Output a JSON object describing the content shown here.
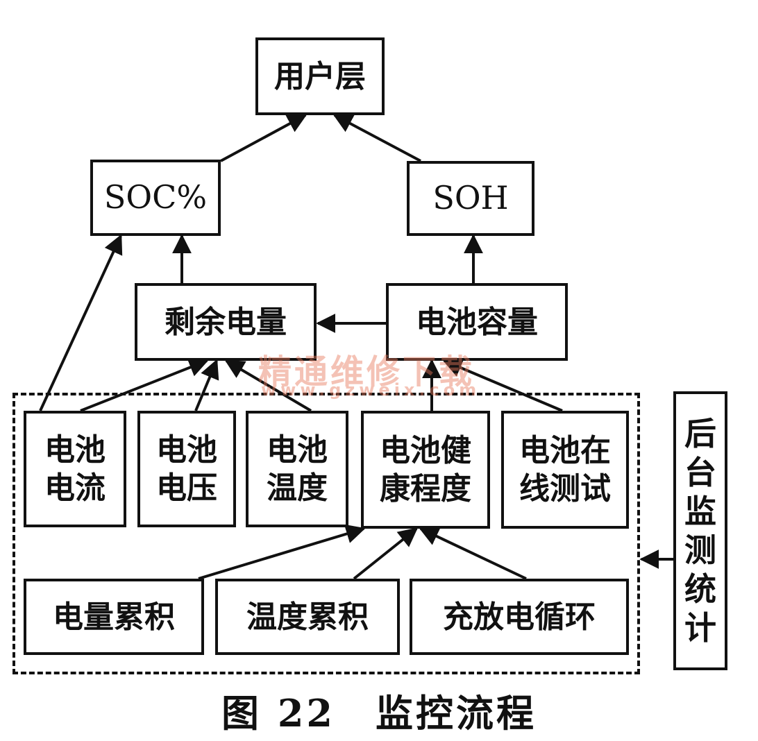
{
  "nodes": {
    "user_layer": "用户层",
    "soc": "SOC%",
    "soh": "SOH",
    "remaining_charge": "剩余电量",
    "battery_capacity": "电池容量",
    "battery_current": [
      "电池",
      "电流"
    ],
    "battery_voltage": [
      "电池",
      "电压"
    ],
    "battery_temperature": [
      "电池",
      "温度"
    ],
    "battery_health": [
      "电池健",
      "康程度"
    ],
    "battery_online_test": [
      "电池在",
      "线测试"
    ],
    "charge_accumulation": "电量累积",
    "temperature_accumulation": "温度累积",
    "charge_discharge_cycles": "充放电循环",
    "background_stats": [
      "后",
      "台",
      "监",
      "测",
      "统",
      "计"
    ]
  },
  "caption": "图 22　监控流程",
  "watermark": {
    "line1": "精通维修下载",
    "line2": "www.gzweix.com"
  },
  "colors": {
    "line": "#111111",
    "watermark": "#e6785a"
  }
}
